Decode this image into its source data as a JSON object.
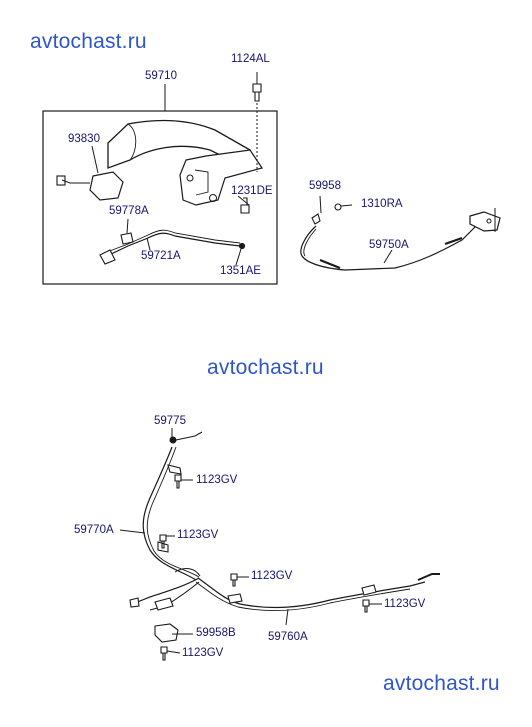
{
  "watermarks": {
    "top": "avtochast.ru",
    "middle": "avtochast.ru",
    "bottom": "avtochast.ru"
  },
  "colors": {
    "label_text": "#151570",
    "watermark": "#2f56c9",
    "line": "#1a1a1a"
  },
  "upper_group": {
    "assembly": "59710",
    "parts": [
      "1124AL",
      "93830",
      "1231DE",
      "59778A",
      "59721A",
      "1351AE"
    ]
  },
  "right_group": {
    "parts": [
      "59958",
      "1310RA",
      "59750A"
    ]
  },
  "lower_group": {
    "parts": [
      "59775",
      "1123GV",
      "59770A",
      "1123GV",
      "1123GV",
      "1123GV",
      "59958B",
      "1123GV",
      "59760A"
    ]
  }
}
